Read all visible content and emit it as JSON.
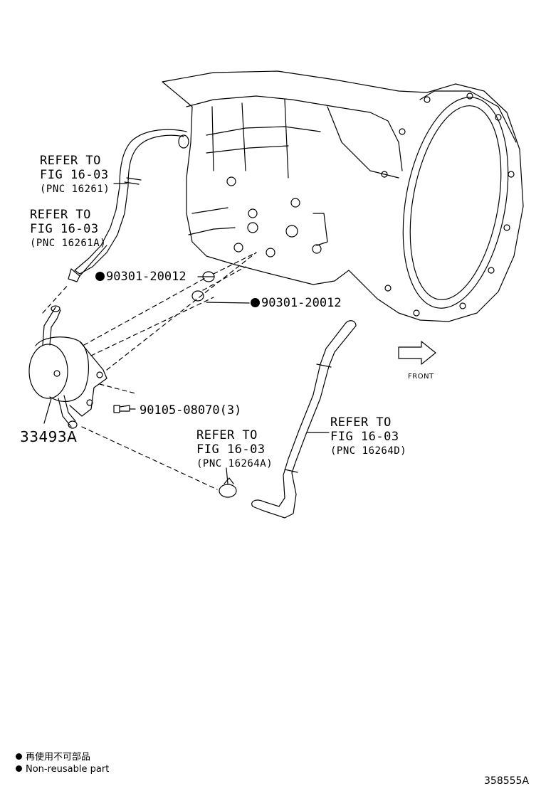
{
  "callouts": [
    {
      "line1": "REFER TO",
      "line2": "FIG 16-03",
      "line3": "(PNC 16261)"
    },
    {
      "line1": "REFER TO",
      "line2": "FIG 16-03",
      "line3": "(PNC 16261A)"
    },
    {
      "line1": "REFER TO",
      "line2": "FIG 16-03",
      "line3": "(PNC 16264A)"
    },
    {
      "line1": "REFER TO",
      "line2": "FIG 16-03",
      "line3": "(PNC 16264D)"
    }
  ],
  "parts": {
    "oring_upper": "90301-20012",
    "oring_lower": "90301-20012",
    "bolt": "90105-08070(3)",
    "cooler": "33493A"
  },
  "front_label": "FRONT",
  "legend": {
    "line_cn": "再使用不可部品",
    "line_en": "Non-reusable part"
  },
  "illustration_number": "358555A"
}
